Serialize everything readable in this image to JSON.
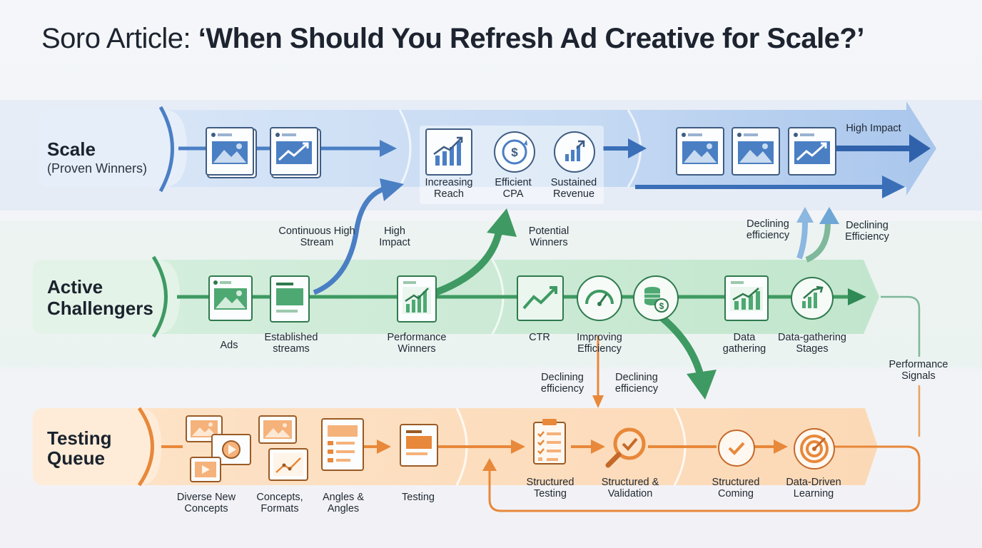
{
  "title": {
    "prefix": "Soro Article: ",
    "main": "‘When Should You Refresh Ad Creative for Scale?’"
  },
  "colors": {
    "scale": "#4a7fc4",
    "challengers": "#3e9a62",
    "testing": "#e8883a",
    "ink": "#1d2430"
  },
  "lanes": {
    "scale": {
      "title": "Scale",
      "subtitle": "(Proven Winners)",
      "metrics": [
        "Increasing Reach",
        "Efficient CPA",
        "Sustained Revenue"
      ],
      "impact_label": "High Impact"
    },
    "challengers": {
      "title_line1": "Active",
      "title_line2": "Challengers",
      "items": [
        "Ads",
        "Established streams",
        "Performance Winners",
        "CTR",
        "Improving Efficiency",
        "Data gathering",
        "Data-gathering Stages"
      ]
    },
    "testing": {
      "title_line1": "Testing",
      "title_line2": "Queue",
      "items": [
        "Diverse New Concepts",
        "Concepts, Formats",
        "Angles & Angles",
        "Testing",
        "Structured Testing",
        "Structured & Validation",
        "Structured Coming",
        "Data-Driven Learning"
      ]
    }
  },
  "flows": {
    "continuous": "Continuous High Stream",
    "high_impact": "High Impact",
    "potential": "Potential Winners",
    "declining_1": "Declining efficiency",
    "declining_2": "Declining Efficiency",
    "declining_3": "Declining efficiency",
    "declining_4": "Declining efficiency",
    "performance_signals": "Performance Signals"
  },
  "icons": [
    "image-icon",
    "trend-chart-icon",
    "dollar-cycle-icon",
    "revenue-chart-icon",
    "gauge-icon",
    "coin-stack-icon",
    "bar-chart-icon",
    "video-icon",
    "layout-icon",
    "checklist-icon",
    "magnifier-check-icon",
    "check-icon",
    "target-icon"
  ]
}
